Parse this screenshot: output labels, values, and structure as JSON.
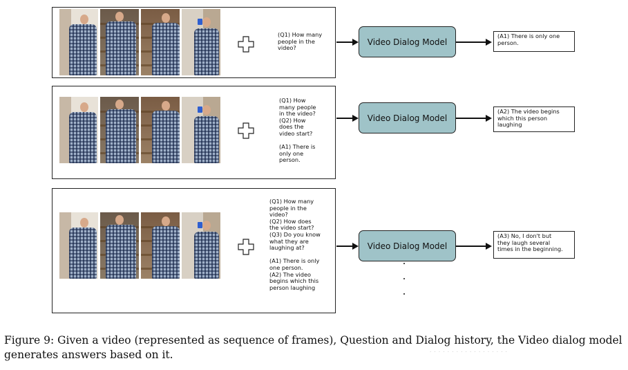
{
  "model_label": "Video Dialog Model",
  "rows": [
    {
      "input_text": "(Q1) How many\npeople in the\nvideo?",
      "answer": "(A1) There is only one\nperson."
    },
    {
      "input_text": "(Q1) How\nmany people\nin the video?\n(Q2) How\ndoes the\nvideo start?\n\n(A1) There is\nonly one\nperson.",
      "answer": "(A2) The video begins\nwhich this person\nlaughing"
    },
    {
      "input_text": "(Q1) How many\npeople in the\nvideo?\n(Q2) How does\nthe video start?\n(Q3) Do you know\nwhat they are\nlaughing at?\n\n(A1) There is only\none person.\n(A2) The video\nbegins which this\nperson laughing",
      "answer": "(A3) No, I don't but\nthey laugh several\ntimes in the beginning."
    }
  ],
  "caption": "Figure 9: Given a video (represented as sequence of frames), Question and Dialog history, the Video dialog model generates answers based on it."
}
